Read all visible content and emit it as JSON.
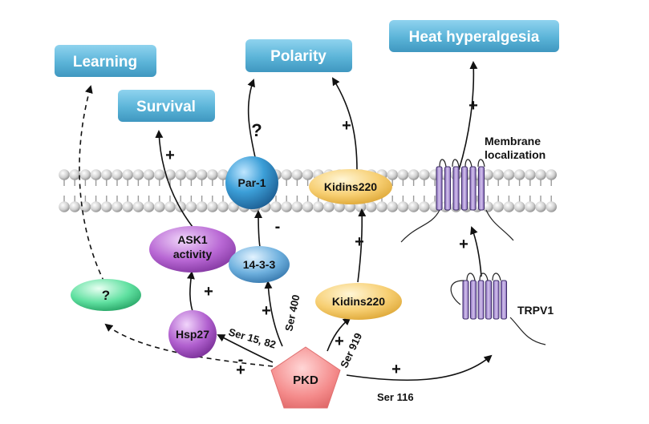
{
  "outcomes": {
    "learning": "Learning",
    "survival": "Survival",
    "polarity": "Polarity",
    "heat_hyperalgesia": "Heat hyperalgesia"
  },
  "nodes": {
    "par1": "Par-1",
    "kidins220_membrane": "Kidins220",
    "ask1": [
      "ASK1",
      "activity"
    ],
    "protein_1433": "14-3-3",
    "kidins220_cytosol": "Kidins220",
    "unknown": "?",
    "hsp27": "Hsp27",
    "pkd": "PKD",
    "trpv1": "TRPV1"
  },
  "annotations": {
    "membrane_localization": [
      "Membrane",
      "localization"
    ],
    "polarity_question": "?"
  },
  "sites": {
    "ser400": "Ser 400",
    "ser15_82": "Ser 15, 82",
    "ser919": "Ser 919",
    "ser116": "Ser 116"
  },
  "signs": {
    "survival": "+",
    "ask1": "+",
    "hsp27_pkd": "+",
    "par1_inhibit": "-",
    "pkd_1433": "+",
    "kidins_polarity": "+",
    "kidins_up": "+",
    "pkd_kidins": "+",
    "heat": "+",
    "trpv1_up": "+",
    "pkd_trpv1": "+",
    "pkd_unknown": "-"
  },
  "colors": {
    "outcome_box": "#5bb4d8",
    "membrane_bead": "#c8c8c8",
    "par1": "#2f8fc8",
    "kidins220": "#f5c25a",
    "ask1": "#a84fc4",
    "protein_1433": "#3d86bf",
    "unknown": "#3fcf84",
    "hsp27": "#a150bf",
    "pkd": "#f07c7c",
    "trpv1": "#a687cf"
  }
}
